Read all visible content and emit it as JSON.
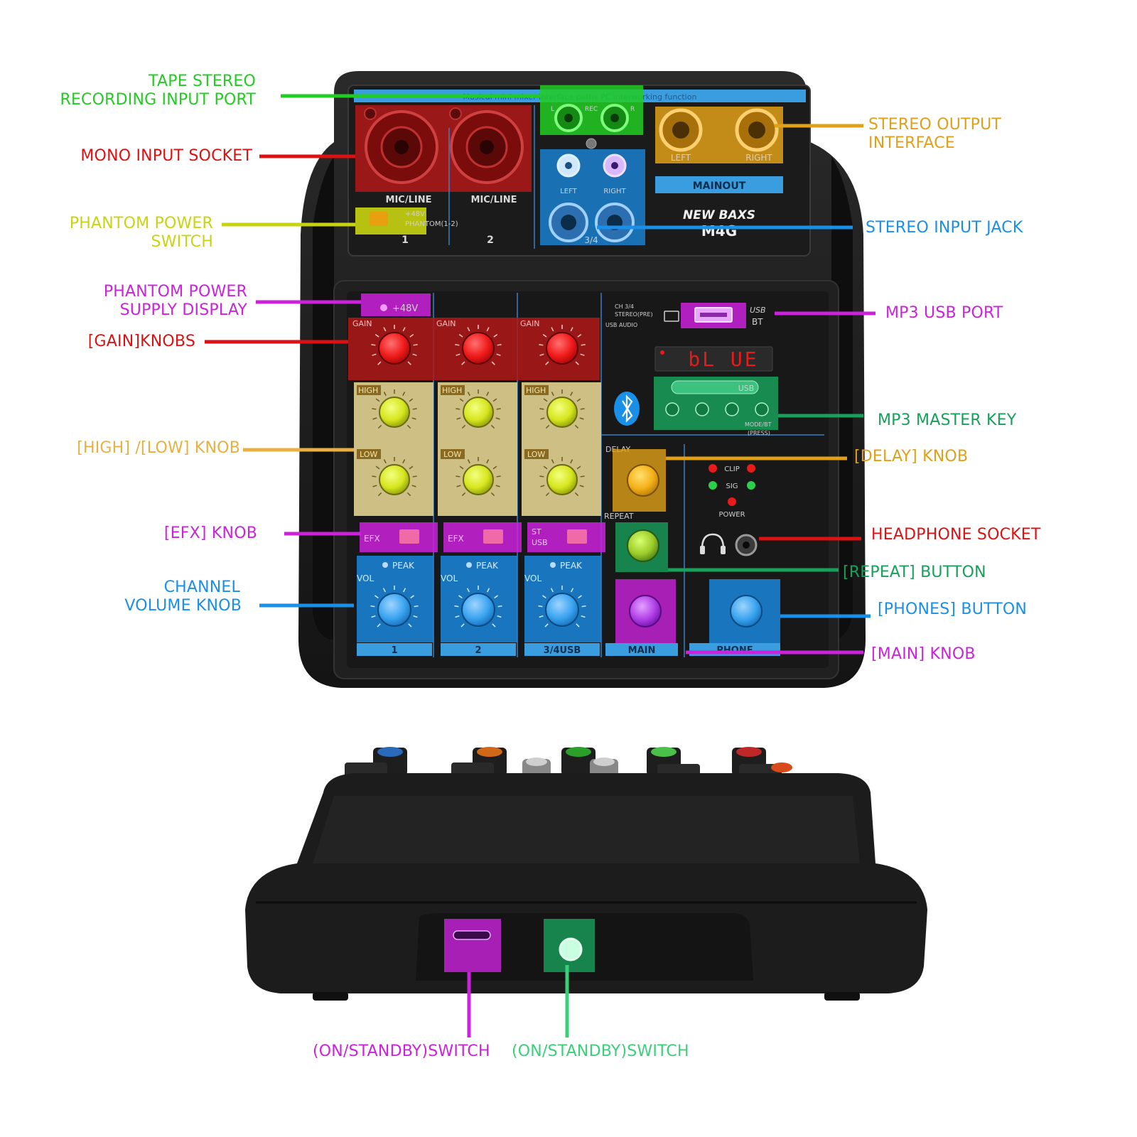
{
  "colors": {
    "green": "#22cc22",
    "red": "#dd1111",
    "olive": "#c8d411",
    "orange": "#e0a018",
    "blue": "#1a8fe8",
    "magenta": "#cc22dd",
    "teal": "#17a05a",
    "gain_red": "#b01818",
    "eq_tan": "#d8c98a",
    "body_black": "#1c1c1c"
  },
  "labels": {
    "tape_line1": "TAPE STEREO",
    "tape_line2": "RECORDING INPUT PORT",
    "mono_input": "MONO INPUT SOCKET",
    "phantom_switch_line1": "PHANTOM POWER",
    "phantom_switch_line2": "SWITCH",
    "phantom_display_line1": "PHANTOM POWER",
    "phantom_display_line2": "SUPPLY DISPLAY",
    "gain_knobs": "[GAIN]KNOBS",
    "high_low": "[HIGH] /[LOW] KNOB",
    "efx": "[EFX] KNOB",
    "channel_vol_line1": "CHANNEL",
    "channel_vol_line2": "VOLUME KNOB",
    "stereo_output_line1": "STEREO OUTPUT",
    "stereo_output_line2": "INTERFACE",
    "stereo_input": "STEREO INPUT JACK",
    "mp3_usb": "MP3 USB PORT",
    "mp3_master": "MP3 MASTER KEY",
    "delay": "[DELAY] KNOB",
    "headphone": "HEADPHONE SOCKET",
    "repeat": "[REPEAT] BUTTON",
    "phones": "[PHONES] BUTTON",
    "main": "[MAIN] KNOB",
    "standby_left": "(ON/STANDBY)SWITCH",
    "standby_right": "(ON/STANDBY)SWITCH"
  },
  "device": {
    "banner": "Musical mini mixer interface paths PC interworking function",
    "mic_line_1": "MIC/LINE",
    "mic_line_2": "MIC/LINE",
    "phantom_text1": "+48V",
    "phantom_text2": "PHANTOM(1-2)",
    "ch1": "1",
    "ch2": "2",
    "rec_text": "REC",
    "rec_l": "L",
    "rec_r": "R",
    "in_left": "LEFT",
    "in_right": "RIGHT",
    "in_34": "3/4",
    "out_left": "LEFT",
    "out_right": "RIGHT",
    "mainout": "MAINOUT",
    "brand": "NEW BAXS",
    "model": "M4G",
    "plus48v": "+48V",
    "gain": "GAIN",
    "high": "HIGH",
    "low": "LOW",
    "efx": "EFX",
    "st_usb_1": "ST",
    "st_usb_2": "USB",
    "peak": "PEAK",
    "vol": "VOL",
    "strip_1": "1",
    "strip_2": "2",
    "strip_3": "3/4USB",
    "strip_main": "MAIN",
    "strip_phone": "PHONE",
    "display": "bL UE",
    "usb_label": "USB",
    "bt_label": "BT",
    "ch34_text": "CH 3/4",
    "stereo_pre": "STEREO(PRE)",
    "usb_audio": "USB AUDIO",
    "mp3_usb_tag": "USB",
    "mode_bt": "MODE/BT",
    "press": "(PRESS)",
    "delay": "DELAY",
    "repeat": "REPEAT",
    "clip": "CLIP",
    "sig": "SIG",
    "power": "POWER"
  }
}
